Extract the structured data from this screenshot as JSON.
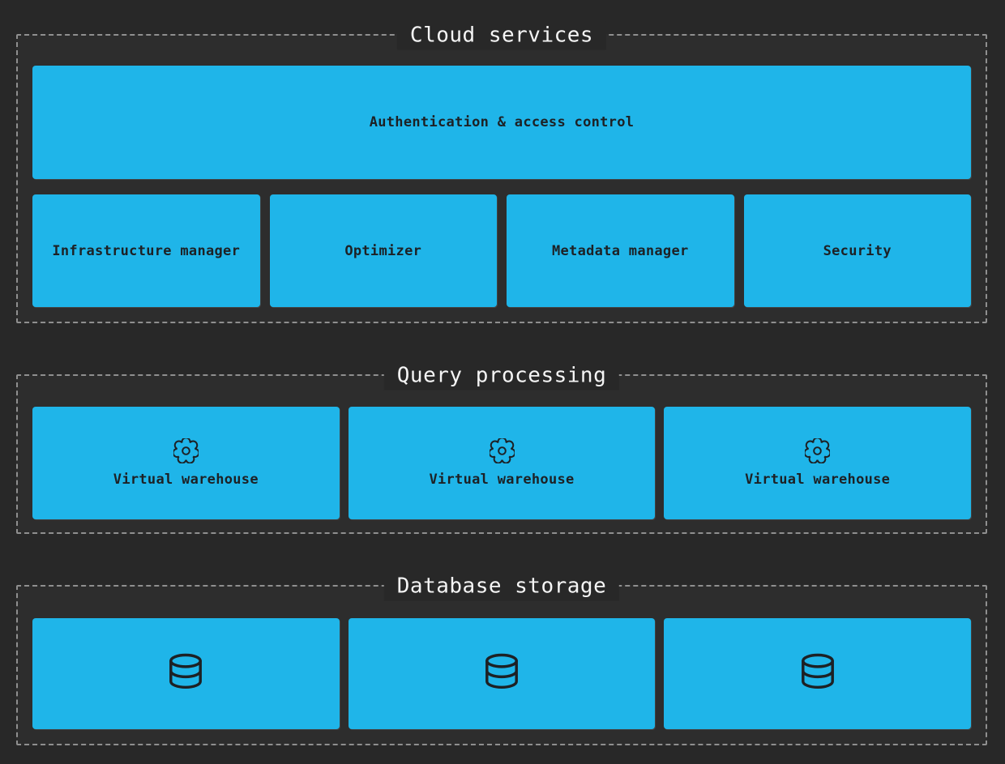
{
  "colors": {
    "page_bg": "#282828",
    "section_bg": "#2d2d2d",
    "dash_border": "#8f8f8f",
    "accent_blue": "#1fb5e9",
    "box_ink": "#1d2125",
    "title_text": "#f5f5f5"
  },
  "sections": [
    {
      "title": "Cloud services",
      "auth_box_label": "Authentication & access control",
      "boxes": [
        "Infrastructure manager",
        "Optimizer",
        "Metadata manager",
        "Security"
      ]
    },
    {
      "title": "Query processing",
      "boxes": [
        {
          "icon": "gear-icon",
          "label": "Virtual warehouse"
        },
        {
          "icon": "gear-icon",
          "label": "Virtual warehouse"
        },
        {
          "icon": "gear-icon",
          "label": "Virtual warehouse"
        }
      ]
    },
    {
      "title": "Database storage",
      "boxes": [
        {
          "icon": "database-icon"
        },
        {
          "icon": "database-icon"
        },
        {
          "icon": "database-icon"
        }
      ]
    }
  ]
}
